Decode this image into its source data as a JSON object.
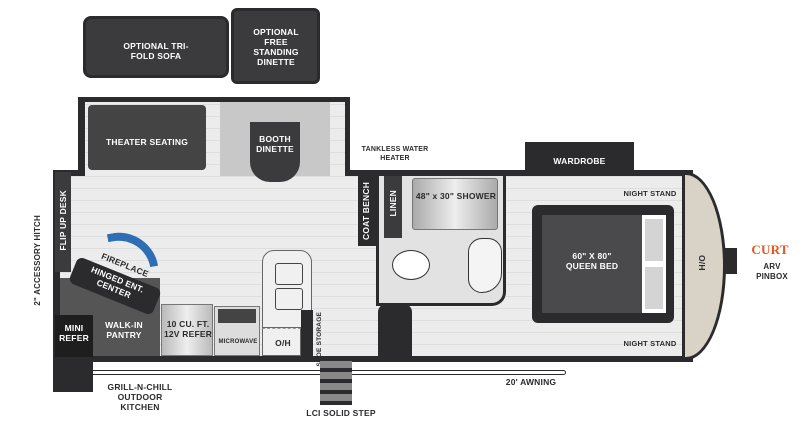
{
  "options": {
    "sofa": "OPTIONAL TRI-FOLD SOFA",
    "dinette": "OPTIONAL FREE STANDING DINETTE"
  },
  "rooms": {
    "theater": "THEATER SEATING",
    "booth": "BOOTH DINETTE",
    "water_heater": "TANKLESS WATER HEATER",
    "wardrobe": "WARDROBE",
    "night_stand_top": "NIGHT STAND",
    "night_stand_bottom": "NIGHT STAND",
    "coat_bench": "COAT BENCH",
    "linen": "LINEN",
    "shower": "48\" x 30\" SHOWER",
    "bed": "60\" X 80\" QUEEN BED",
    "oh_front": "O/H",
    "desk": "FLIP UP DESK",
    "hitch": "2\" ACCESSORY HITCH",
    "fireplace": "FIREPLACE",
    "ent_center": "HINGED ENT. CENTER",
    "mini_refer": "MINI REFER",
    "pantry": "WALK-IN PANTRY",
    "refer": "10 CU. FT. 12V REFER",
    "microwave": "MICROWAVE",
    "oh_kitchen": "O/H",
    "shoe": "SHOE STORAGE"
  },
  "exterior": {
    "kitchen": "GRILL-N-CHILL OUTDOOR KITCHEN",
    "step": "LCI SOLID STEP",
    "awning": "20' AWNING",
    "brand": "CURT",
    "pinbox": "ARV PINBOX"
  },
  "colors": {
    "wall": "#2b2b2d",
    "accent": "#e8541e",
    "arrow": "#2f6db5",
    "cap": "#d9d3c7"
  }
}
